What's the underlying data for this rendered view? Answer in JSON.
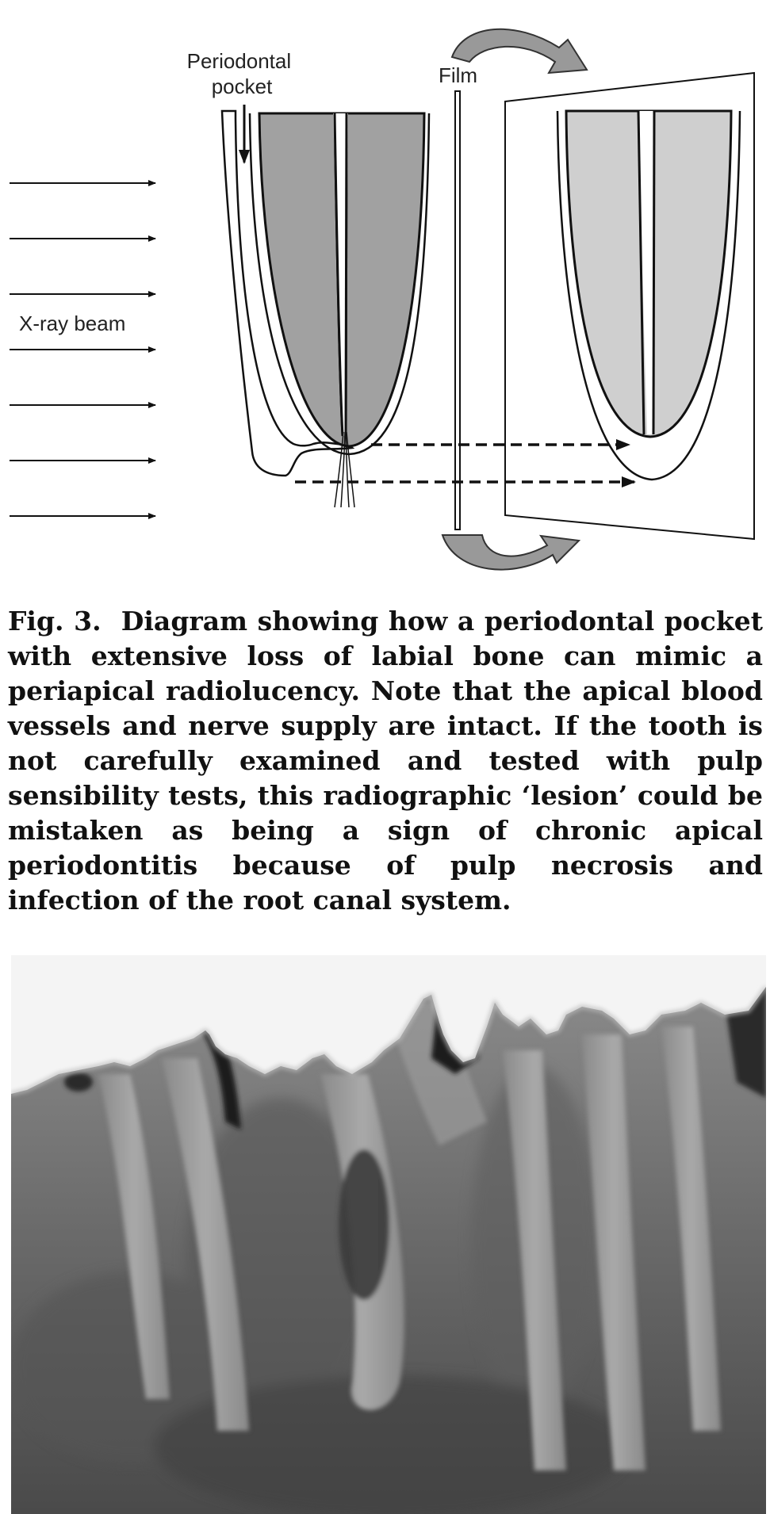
{
  "diagram": {
    "label_pocket_line1": "Periodontal",
    "label_pocket_line2": "pocket",
    "label_film": "Film",
    "label_beam": "X-ray beam"
  },
  "caption": {
    "fig_label": "Fig. 3.",
    "text": "Diagram showing how a periodontal pocket with extensive loss of labial bone can mimic a periapical radiolucency. Note that the apical blood vessels and nerve supply are intact. If the tooth is not carefully examined and tested with pulp sensibility tests, this radiographic ‘lesion’ could be mistaken as being a sign of chronic apical periodontitis because of pulp necrosis and infection of the root canal system."
  }
}
